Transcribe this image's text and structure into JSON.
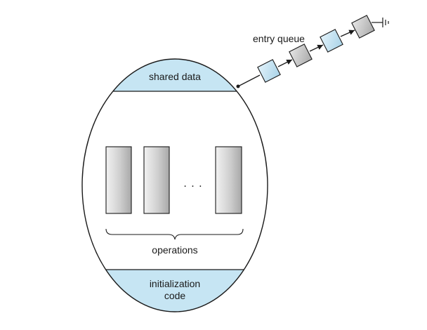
{
  "diagram": {
    "shared_data_label": "shared data",
    "entry_queue_label": "entry queue",
    "operations_label": "operations",
    "ellipsis": ". . .",
    "initialization_label_line1": "initialization",
    "initialization_label_line2": "code",
    "operation_count_shown": 3,
    "queue": [
      {
        "kind": "process",
        "color": "#bfe0f0"
      },
      {
        "kind": "process",
        "color": "#c6c6c6"
      },
      {
        "kind": "process",
        "color": "#bfe0f0"
      },
      {
        "kind": "process",
        "color": "#c6c6c6"
      }
    ],
    "colors": {
      "region_fill": "#c6e5f3",
      "outline": "#1a1a1a",
      "operation_fill": "#c8c8c8"
    }
  }
}
